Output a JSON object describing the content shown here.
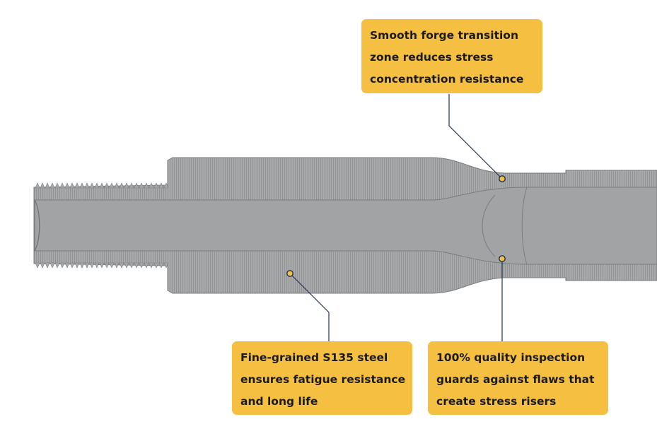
{
  "colors": {
    "background": "#ffffff",
    "callout_fill": "#f5bf42",
    "callout_text": "#1b1b1b",
    "pipe_body": "#a8a9ab",
    "pipe_bore": "#a2a3a5",
    "pipe_texture_line": "#8e8f91",
    "pipe_outline": "#7b7c7e",
    "leader_line": "#1f3252",
    "marker_fill": "#f5bf42",
    "marker_stroke": "#1f3252"
  },
  "callouts": {
    "forge_transition": {
      "lines": [
        "Smooth forge transition",
        "zone reduces stress",
        "concentration resistance"
      ]
    },
    "steel_grade": {
      "lines": [
        "Fine-grained S135 steel",
        "ensures fatigue resistance",
        "and long life"
      ]
    },
    "inspection": {
      "lines": [
        "100% quality inspection",
        "guards against flaws that",
        "create stress risers"
      ]
    }
  },
  "icons": {
    "marker": "circle-marker-icon",
    "component": "drill-pipe-cross-section"
  }
}
